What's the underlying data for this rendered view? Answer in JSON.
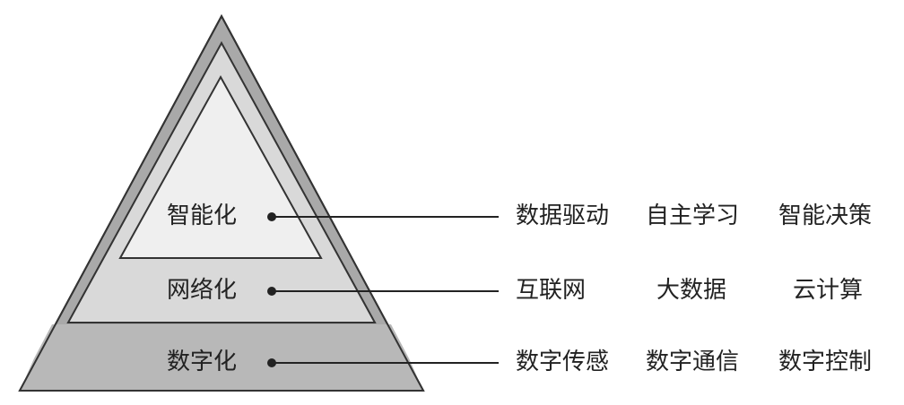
{
  "layers": [
    {
      "label": "智能化",
      "items": [
        "数据驱动",
        "自主学习",
        "智能决策"
      ]
    },
    {
      "label": "网络化",
      "items": [
        "互联网",
        "大数据",
        "云计算"
      ]
    },
    {
      "label": "数字化",
      "items": [
        "数字传感",
        "数字通信",
        "数字控制"
      ]
    }
  ],
  "colors": {
    "outline": "#333333",
    "outer_band": "#a9a9a9",
    "middle_fill": "#d9d9d9",
    "inner_fill": "#efefef",
    "bottom_fill": "#b8b8b8",
    "text": "#222222"
  }
}
